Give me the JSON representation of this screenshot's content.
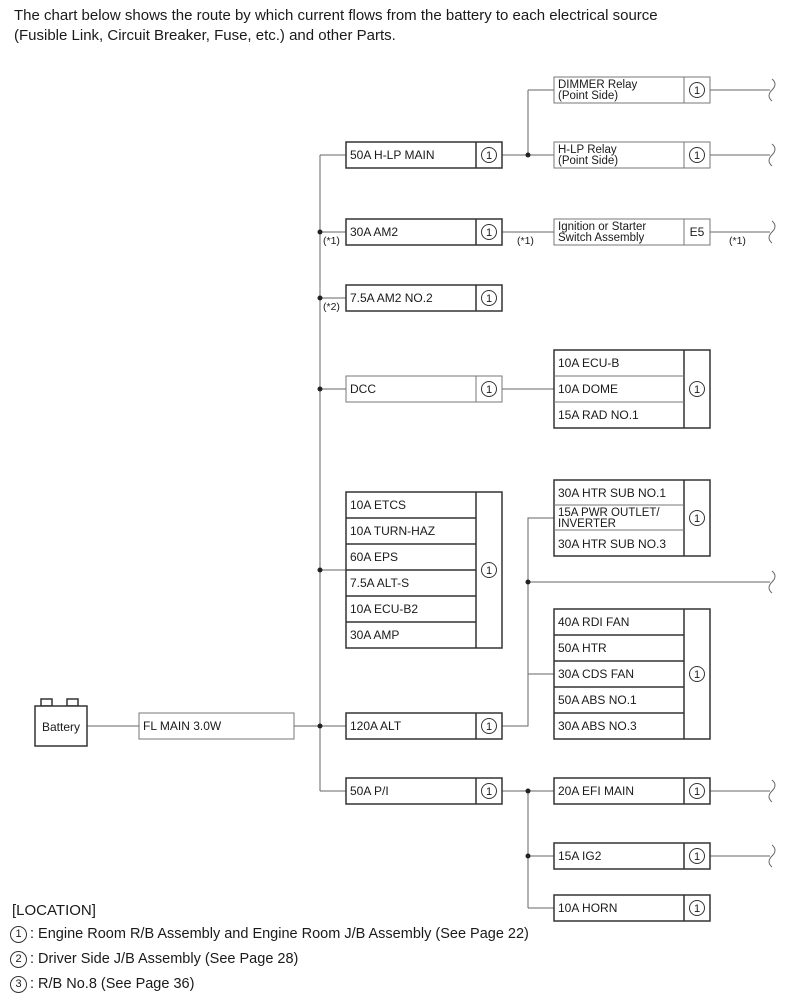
{
  "intro": {
    "line1": "The chart below shows the route by which current flows from the battery to each electrical source",
    "line2": "(Fusible Link, Circuit Breaker, Fuse, etc.) and other Parts."
  },
  "battery": "Battery",
  "fl_main": "FL MAIN 3.0W",
  "notes": {
    "n1": "(*1)",
    "n2": "(*2)"
  },
  "primary": {
    "hlp_main": {
      "label": "50A H-LP MAIN",
      "loc": "1"
    },
    "am2": {
      "label": "30A AM2",
      "loc": "1"
    },
    "am2_no2": {
      "label": "7.5A AM2 NO.2",
      "loc": "1"
    },
    "dcc": {
      "label": "DCC",
      "loc": "1"
    },
    "group": {
      "items": [
        "10A ETCS",
        "10A TURN-HAZ",
        "60A EPS",
        "7.5A ALT-S",
        "10A ECU-B2",
        "30A AMP"
      ],
      "loc": "1"
    },
    "alt": {
      "label": "120A ALT",
      "loc": "1"
    },
    "pi": {
      "label": "50A P/I",
      "loc": "1"
    }
  },
  "secondary": {
    "dimmer": {
      "line1": "DIMMER Relay",
      "line2": "(Point Side)",
      "loc": "1"
    },
    "hlp_relay": {
      "line1": "H-LP Relay",
      "line2": "(Point Side)",
      "loc": "1"
    },
    "ignition": {
      "line1": "Ignition or Starter",
      "line2": "Switch Assembly",
      "conn": "E5"
    },
    "dcc_group": {
      "items": [
        "10A ECU-B",
        "10A DOME",
        "15A RAD NO.1"
      ],
      "loc": "1"
    },
    "htr_group": {
      "item1": "30A HTR SUB NO.1",
      "item2_line1": "15A PWR OUTLET/",
      "item2_line2": "INVERTER",
      "item3": "30A HTR SUB NO.3",
      "loc": "1"
    },
    "fan_group": {
      "items": [
        "40A RDI FAN",
        "50A HTR",
        "30A CDS FAN",
        "50A ABS NO.1",
        "30A ABS NO.3"
      ],
      "loc": "1"
    },
    "efi_main": {
      "label": "20A EFI MAIN",
      "loc": "1"
    },
    "ig2": {
      "label": "15A IG2",
      "loc": "1"
    },
    "horn": {
      "label": "10A HORN",
      "loc": "1"
    }
  },
  "legend": {
    "title": "[LOCATION]",
    "items": [
      {
        "num": "1",
        "text": ": Engine Room R/B Assembly and Engine Room J/B Assembly (See Page 22)"
      },
      {
        "num": "2",
        "text": ": Driver Side J/B Assembly (See Page 28)"
      },
      {
        "num": "3",
        "text": ": R/B No.8 (See Page 36)"
      }
    ]
  }
}
